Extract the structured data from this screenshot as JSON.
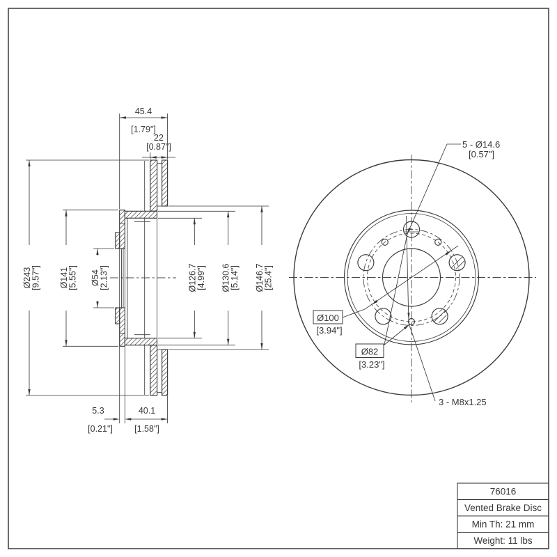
{
  "drawing": {
    "colors": {
      "line": "#3a3a3a",
      "text": "#383838",
      "background": "#ffffff"
    },
    "section_view": {
      "dims": {
        "total_width": {
          "mm": "45.4",
          "in": "[1.79\"]"
        },
        "plate_pack": {
          "mm": "22",
          "in": "[0.87\"]"
        },
        "outer_dia": {
          "mm": "Ø243",
          "in": "[9.57\"]"
        },
        "flange_dia": {
          "mm": "Ø141",
          "in": "[5.55\"]"
        },
        "bore_dia": {
          "mm": "Ø54",
          "in": "[2.13\"]"
        },
        "hat_inner_dia": {
          "mm": "Ø126.7",
          "in": "[4.99\"]"
        },
        "hat_outer_dia": {
          "mm": "Ø130.6",
          "in": "[5.14\"]"
        },
        "vent_dia": {
          "mm": "Ø146.7",
          "in": "[25.4\"]"
        },
        "flange_thickness": {
          "mm": "5.3",
          "in": "[0.21\"]"
        },
        "hat_depth": {
          "mm": "40.1",
          "in": "[1.58\"]"
        }
      }
    },
    "front_view": {
      "labels": {
        "lug_holes": {
          "line1": "5 - Ø14.6",
          "line2": "[0.57\"]"
        },
        "bolt_circle": {
          "mm": "Ø100",
          "in": "[3.94\"]"
        },
        "pilot_circle": {
          "mm": "Ø82",
          "in": "[3.23\"]"
        },
        "thread_holes": "3 - M8x1.25"
      }
    },
    "title_block": {
      "part_number": "76016",
      "product": "Vented Brake Disc",
      "min_thickness": "Min Th: 21 mm",
      "weight": "Weight: 11 lbs"
    }
  }
}
